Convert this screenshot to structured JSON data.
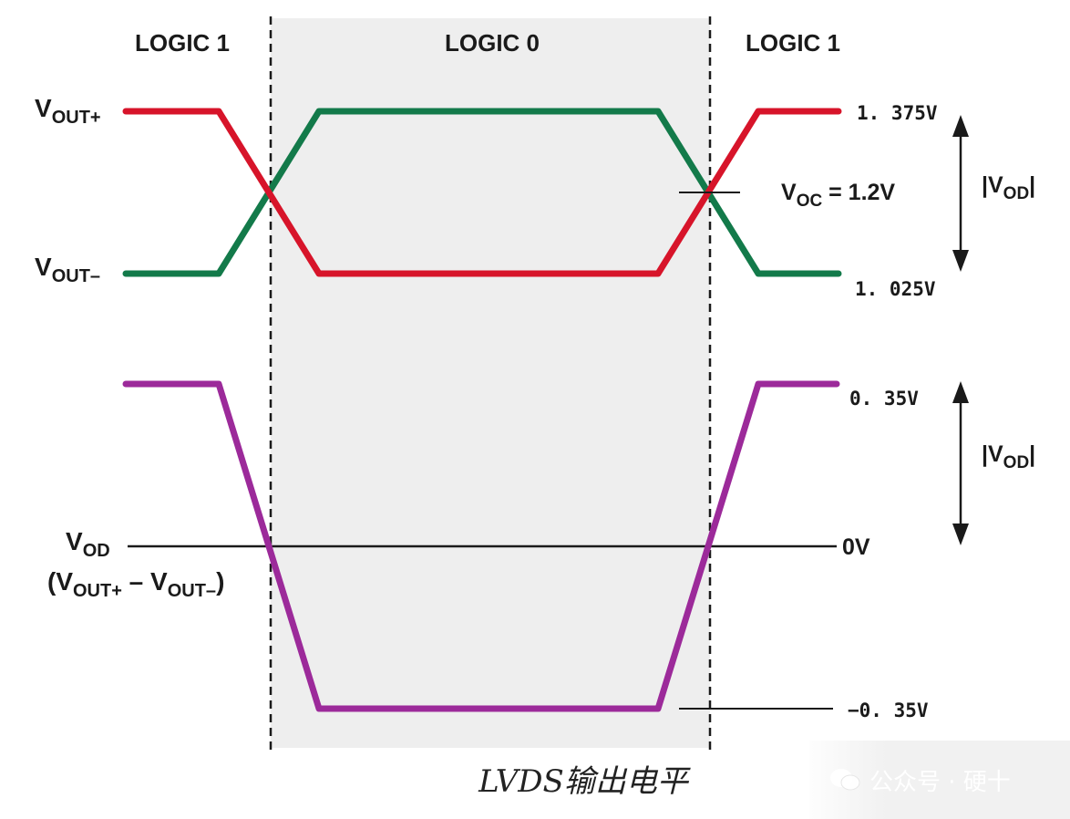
{
  "headers": {
    "left": "LOGIC 1",
    "center": "LOGIC 0",
    "right": "LOGIC 1"
  },
  "signals": {
    "vout_plus": {
      "main": "V",
      "sub": "OUT+"
    },
    "vout_minus": {
      "main": "V",
      "sub": "OUT–"
    },
    "vod": {
      "main": "V",
      "sub": "OD"
    },
    "vod_expr": {
      "open": "(V",
      "sub1": "OUT+",
      "mid": " – V",
      "sub2": "OUT–",
      "close": ")"
    }
  },
  "voltages": {
    "high": "1. 375V",
    "low": "1. 025V",
    "pos": "0. 35V",
    "zero": "0V",
    "neg": "−0. 35V"
  },
  "voc": {
    "main": "V",
    "sub": "OC",
    "value": " = 1.2V"
  },
  "vod_mag": {
    "open": "|V",
    "sub": "OD",
    "close": "|"
  },
  "caption": "LVDS输出电平",
  "watermark": "公众号 · 硬十",
  "colors": {
    "vout_plus": "#d7142a",
    "vout_minus": "#137a4a",
    "vod": "#9c2a9a",
    "shade": "#eeeeee"
  }
}
